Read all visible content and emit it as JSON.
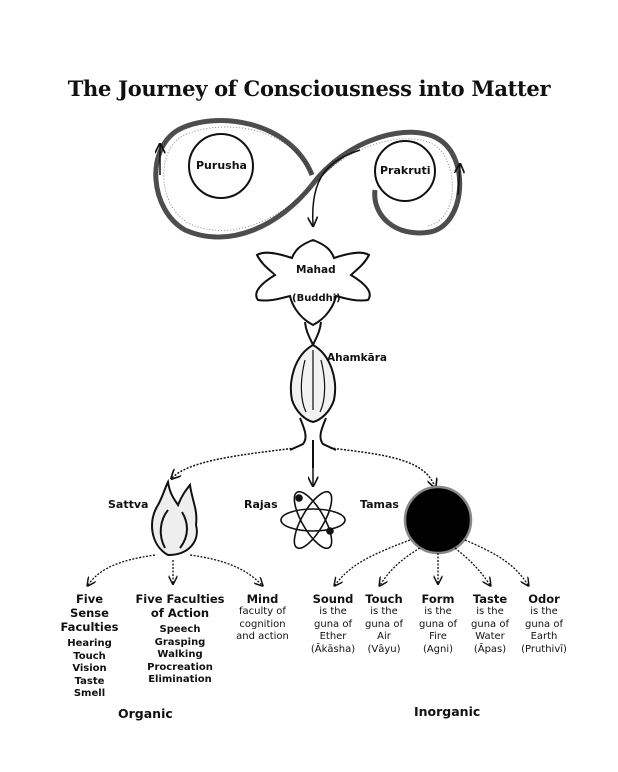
{
  "title": "The Journey of Consciousness into Matter",
  "nodes": {
    "purusha": "Purusha",
    "prakruti": "Prakruti",
    "mahad": "Mahad",
    "buddhi": "(Buddhi)",
    "ahamkara": "Ahamkāra",
    "sattva": "Sattva",
    "rajas": "Rajas",
    "tamas": "Tamas"
  },
  "organic": {
    "label": "Organic",
    "columns": [
      {
        "heading": [
          "Five",
          "Sense Faculties"
        ],
        "items": [
          "Hearing",
          "Touch",
          "Vision",
          "Taste",
          "Smell"
        ]
      },
      {
        "heading": [
          "Five Faculties",
          "of Action"
        ],
        "items": [
          "Speech",
          "Grasping",
          "Walking",
          "Procreation",
          "Elimination"
        ]
      },
      {
        "heading": [
          "Mind"
        ],
        "items": [
          "faculty of",
          "cognition",
          "and action"
        ]
      }
    ]
  },
  "inorganic": {
    "label": "Inorganic",
    "columns": [
      {
        "heading": "Sound",
        "lines": [
          "is the",
          "guna of",
          "Ether",
          "(Ākāsha)"
        ]
      },
      {
        "heading": "Touch",
        "lines": [
          "is the",
          "guna of",
          "Air",
          "(Vāyu)"
        ]
      },
      {
        "heading": "Form",
        "lines": [
          "is the",
          "guna of",
          "Fire",
          "(Agni)"
        ]
      },
      {
        "heading": "Taste",
        "lines": [
          "is the",
          "guna of",
          "Water",
          "(Āpas)"
        ]
      },
      {
        "heading": "Odor",
        "lines": [
          "is the",
          "guna of",
          "Earth",
          "(Pruthivī)"
        ]
      }
    ]
  }
}
